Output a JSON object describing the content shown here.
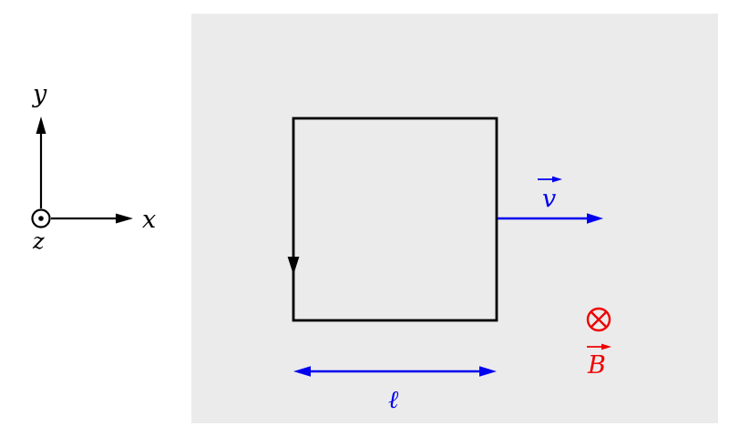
{
  "figure": {
    "axes": {
      "y_label": "y",
      "x_label": "x",
      "z_label": "z"
    },
    "velocity": {
      "label": "v"
    },
    "length": {
      "label": "ℓ"
    },
    "field": {
      "label": "B"
    },
    "colors": {
      "region": "#ebebeb",
      "loop": "#000000",
      "velocity": "#0000f0",
      "field": "#f00000"
    }
  }
}
